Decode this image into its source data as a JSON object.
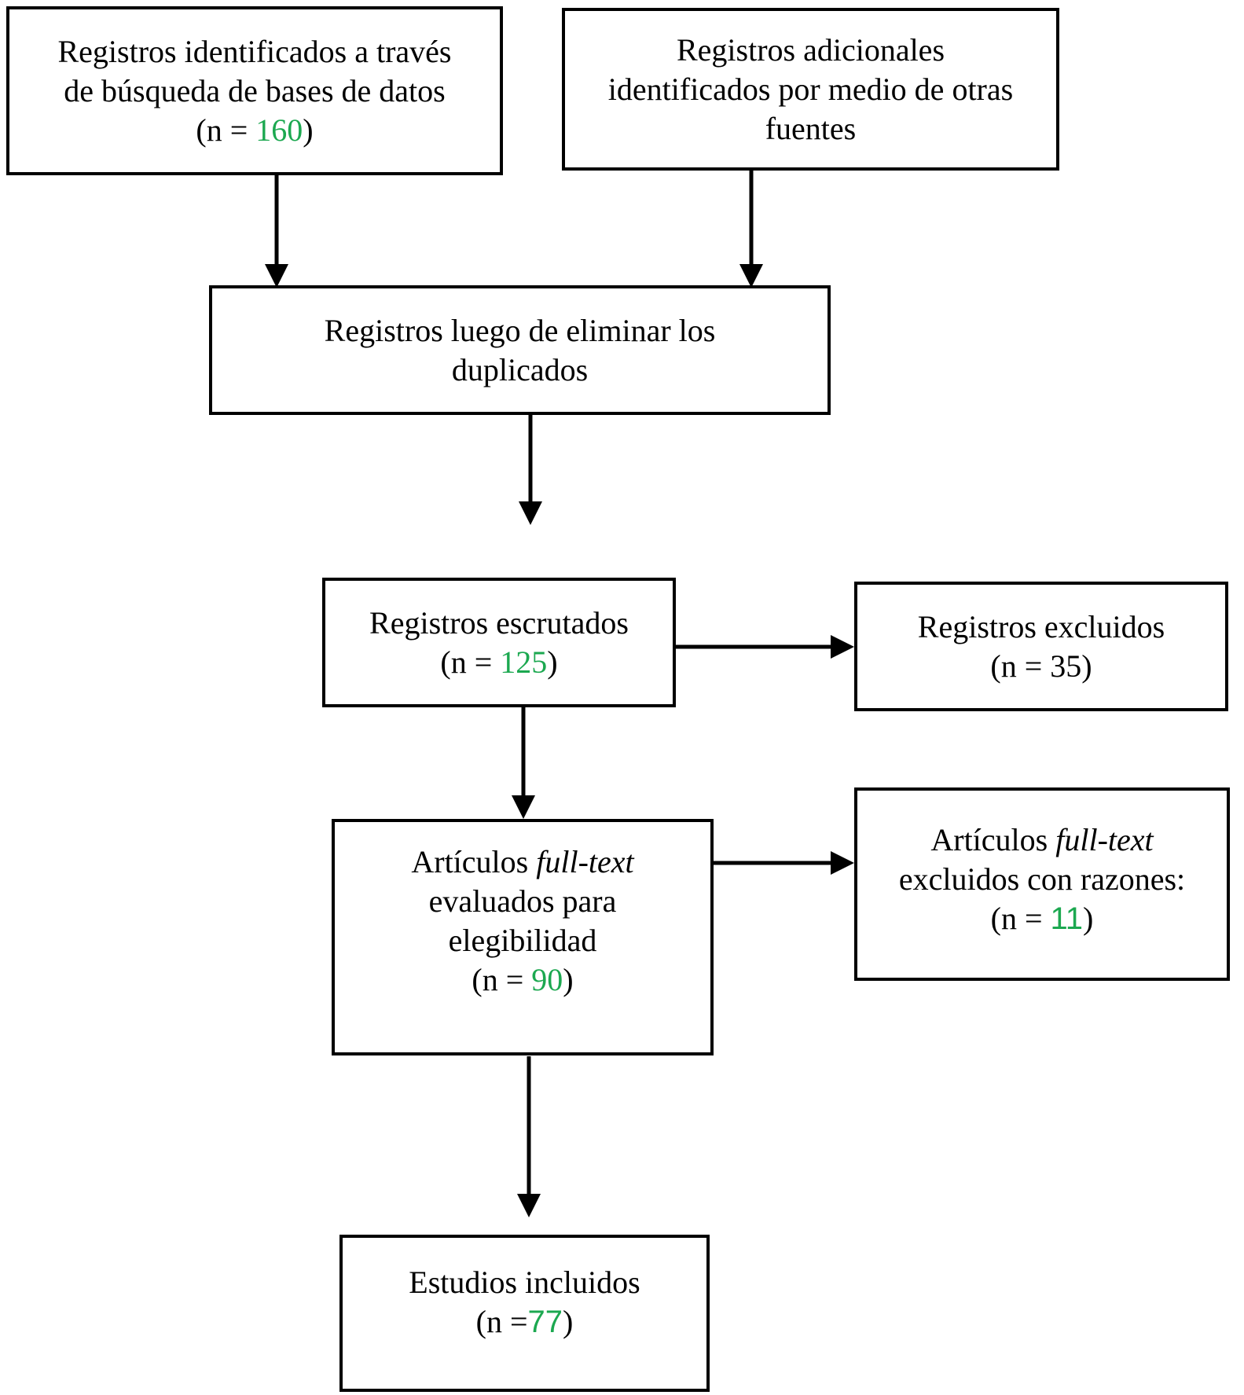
{
  "colors": {
    "number_green": "#1CA850",
    "line_black": "#000000",
    "background": "#FFFFFF"
  },
  "boxes": {
    "records_identified": {
      "line1": "Registros identificados a través",
      "line2": "de búsqueda de bases de datos",
      "count_prefix": "(n = ",
      "count": "160",
      "count_suffix": ")"
    },
    "records_additional": {
      "line1": "Registros adicionales",
      "line2": "identificados por medio de otras",
      "line3": "fuentes"
    },
    "records_after_duplicates": {
      "line1": "Registros luego de eliminar los",
      "line2": "duplicados"
    },
    "records_screened": {
      "line1": "Registros escrutados",
      "count_prefix": "(n = ",
      "count": "125",
      "count_suffix": ")"
    },
    "records_excluded": {
      "line1": "Registros excluidos",
      "line2": "(n = 35)"
    },
    "fulltext_assessed": {
      "line1_regular": "Artículos ",
      "line1_italic": "full-text",
      "line2": "evaluados para",
      "line3": "elegibilidad",
      "count_prefix": "(n = ",
      "count": "90",
      "count_suffix": ")"
    },
    "fulltext_excluded": {
      "line1_regular": "Artículos ",
      "line1_italic": "full-text",
      "line2": "excluidos con razones:",
      "count_prefix": "(n = ",
      "count": "11",
      "count_suffix": ")"
    },
    "studies_included": {
      "line1": "Estudios incluidos",
      "count_prefix": "(n =",
      "count": "77",
      "count_suffix": ")"
    }
  }
}
